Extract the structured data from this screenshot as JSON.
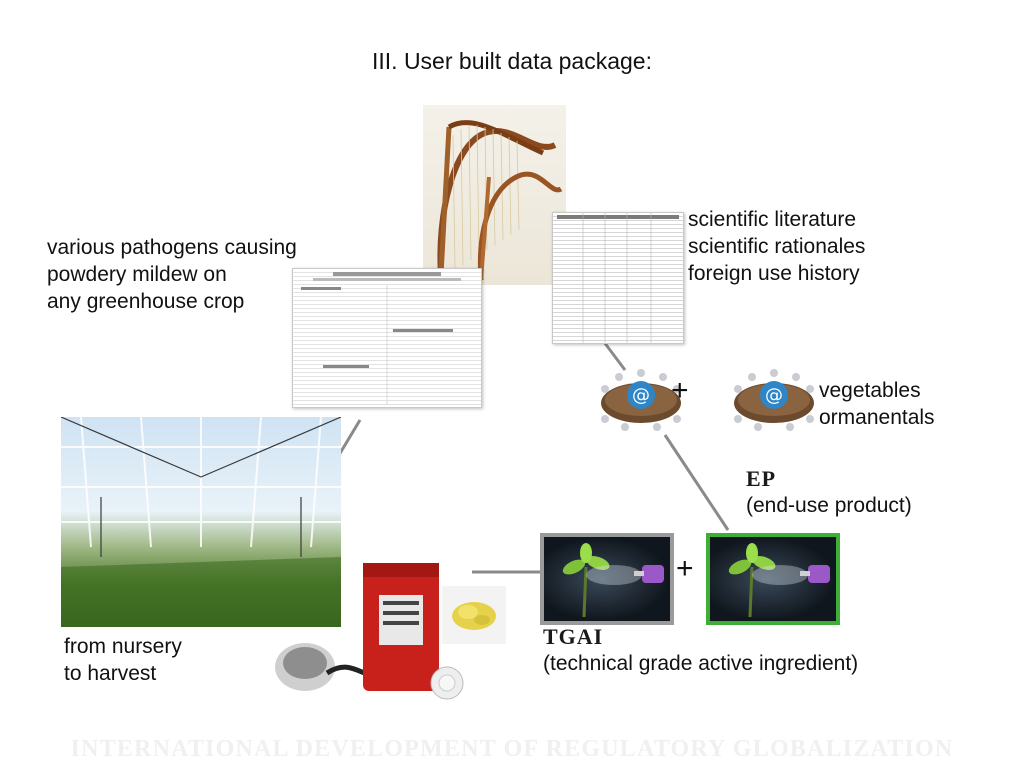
{
  "title": "III. User built data package:",
  "pathogens": "various pathogens causing\npowdery mildew on\nany greenhouse crop",
  "literature": "scientific literature\nscientific rationales\nforeign use history",
  "crops": "vegetables\normanentals",
  "ep": {
    "label": "EP",
    "description": "(end-use product)"
  },
  "tgai": {
    "label": "TGAI",
    "description": "(technical grade active ingredient)"
  },
  "nursery": "from nursery\nto harvest",
  "plus_signs": [
    "+",
    "+"
  ],
  "watermark": "INTERNATIONAL DEVELOPMENT OF REGULATORY GLOBALIZATION",
  "colors": {
    "ep_border": "#3fae36",
    "tgai_border": "#9a9a9a",
    "meeting_blue": "#2e86c8",
    "bucket_red": "#c8211c",
    "connector": "#8a8a8a"
  },
  "icons": [
    "harp-image",
    "label-document-image",
    "spreadsheet-image",
    "meeting-table-icon",
    "greenhouse-photo",
    "sprayer-plant-photo",
    "fumigation-bucket-image",
    "sulfur-powder-image"
  ]
}
